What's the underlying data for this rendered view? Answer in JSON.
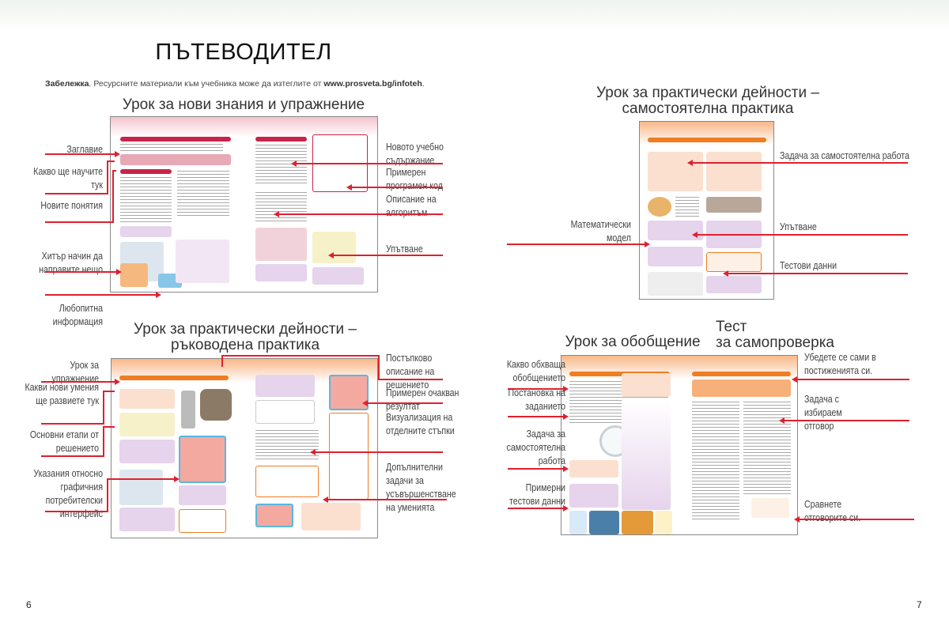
{
  "page_title": "ПЪТЕВОДИТЕЛ",
  "note": {
    "label": "Забележка",
    "text": ". Ресурсните материали към учебника може да изтеглите от ",
    "url": "www.prosveta.bg/infoteh",
    "end": "."
  },
  "sections": [
    {
      "heading": "Урок за нови знания и упражнение",
      "left_labels": [
        "Заглавие",
        "Какво ще научите тук",
        "Новите понятия",
        "Хитър начин да направите нещо",
        "Любопитна информация"
      ],
      "right_labels": [
        "Новото учебно съдържание",
        "Примерен програмен код",
        "Описание на алгоритъм",
        "Упътване"
      ]
    },
    {
      "heading": [
        "Урок за практически дейности –",
        "самостоятелна практика"
      ],
      "left_labels": [
        "Математически модел"
      ],
      "right_labels": [
        "Задача за самостоятелна работа",
        "Упътване",
        "Тестови данни"
      ]
    },
    {
      "heading": [
        "Урок за практически дейности –",
        "ръководена практика"
      ],
      "left_labels": [
        "Урок за упражнение",
        "Какви нови умения ще развиете тук",
        "Основни етапи от решението",
        "Указания относно графичния потребителски интерфейс"
      ],
      "right_labels": [
        "Постъпково описание на решението",
        "Примерен очакван резултат",
        "Визуализация на отделните стъпки",
        "Допълнителни задачи за усъвършенстване на уменията"
      ]
    },
    {
      "heading": "Урок за обобщение",
      "heading2": [
        "Тест",
        "за самопроверка"
      ],
      "left_labels": [
        "Какво обхваща обобщението",
        "Постановка на заданието",
        "Задача за самостоятелна работа",
        "Примерни тестови данни"
      ],
      "right_labels": [
        "Убедете се сами в постиженията си.",
        "Задача с избираем отговор",
        "Сравнете отговорите си."
      ]
    }
  ],
  "page_numbers": {
    "left": "6",
    "right": "7"
  },
  "colors": {
    "accent_line": "#e0202e",
    "lesson_pink": "#c8234a",
    "lesson_orange": "#ef7d22",
    "purple_box": "#e6d3ec"
  }
}
